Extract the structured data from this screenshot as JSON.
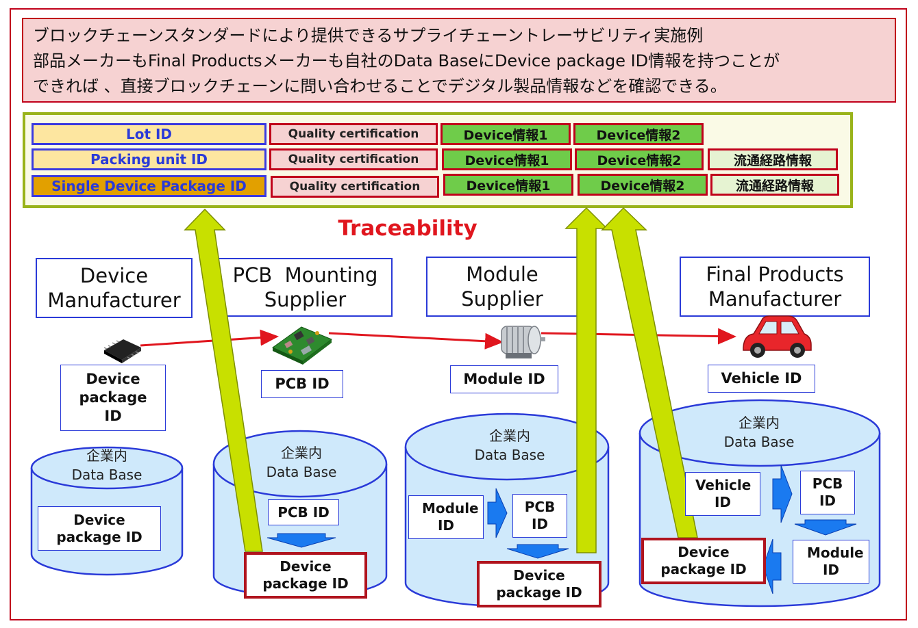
{
  "header": {
    "line1": "ブロックチェーンスタンダードにより提供できるサプライチェーントレーサビリティ実施例",
    "line2": "部品メーカーもFinal Productsメーカーも自社のData BaseにDevice package ID情報を持つことが",
    "line3": "できれば 、直接ブロックチェーンに問い合わせることでデジタル製品情報などを確認できる。"
  },
  "id_table": {
    "rows": [
      {
        "id": "Lot ID",
        "quality": "Quality certification",
        "info1": "Device情報1",
        "info2": "Device情報2",
        "route": ""
      },
      {
        "id": "Packing unit ID",
        "quality": "Quality certification",
        "info1": "Device情報1",
        "info2": "Device情報2",
        "route": "流通経路情報"
      },
      {
        "id": "Single Device Package ID",
        "quality": "Quality certification",
        "info1": "Device情報1",
        "info2": "Device情報2",
        "route": "流通経路情報"
      }
    ]
  },
  "traceability_label": "Traceability",
  "companies": [
    {
      "title_l1": "Device",
      "title_l2": "Manufacturer",
      "item_id": "Device package ID",
      "item_icon": "chip-icon"
    },
    {
      "title_l1": "PCB  Mounting",
      "title_l2": "Supplier",
      "item_id": "PCB ID",
      "item_icon": "pcb-board-icon"
    },
    {
      "title_l1": "Module",
      "title_l2": "Supplier",
      "item_id": "Module ID",
      "item_icon": "motor-icon"
    },
    {
      "title_l1": "Final Products",
      "title_l2": "Manufacturer",
      "item_id": "Vehicle ID",
      "item_icon": "car-icon"
    }
  ],
  "databases": [
    {
      "label_l1": "企業内",
      "label_l2": "Data Base",
      "boxes": [
        "Device package ID"
      ]
    },
    {
      "label_l1": "企業内",
      "label_l2": "Data Base",
      "boxes": [
        "PCB ID",
        "Device package ID"
      ]
    },
    {
      "label_l1": "企業内",
      "label_l2": "Data Base",
      "boxes": [
        "Module ID",
        "PCB ID",
        "Device package ID"
      ]
    },
    {
      "label_l1": "企業内",
      "label_l2": "Data Base",
      "boxes": [
        "Vehicle ID",
        "PCB ID",
        "Module ID",
        "Device package ID"
      ]
    }
  ],
  "colors": {
    "frame_red": "#c0001a",
    "header_bg": "#f6d2d2",
    "olive_arrow": "#c8e000",
    "db_fill": "#cfe9fb",
    "db_stroke": "#2a3ad8",
    "flow_blue": "#1a7af0",
    "trace_red": "#e0161e"
  }
}
